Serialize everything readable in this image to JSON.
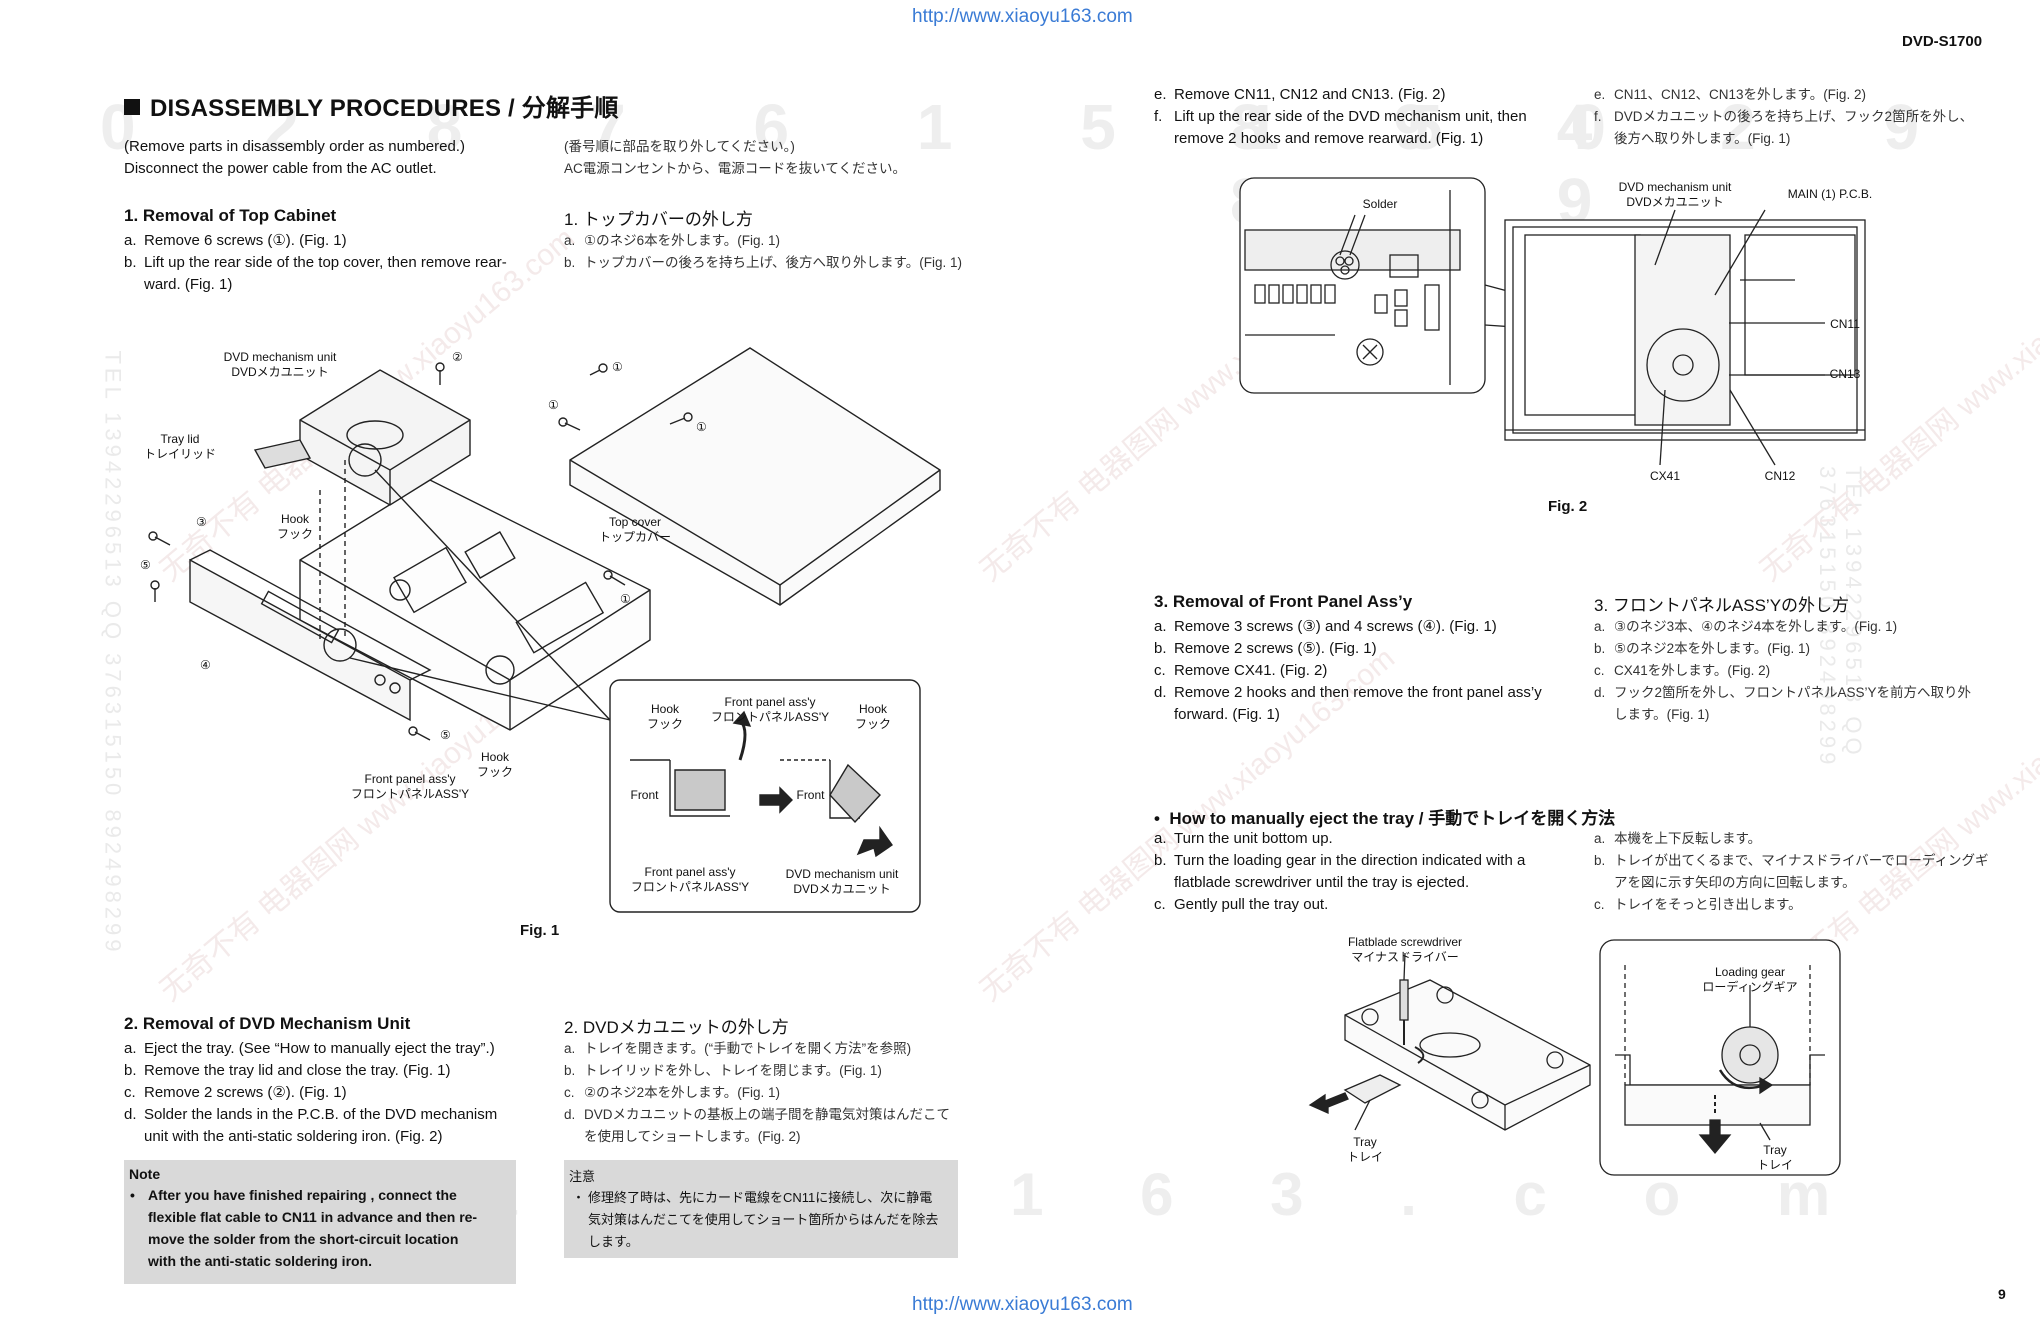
{
  "header": {
    "url_top": "http://www.xiaoyu163.com",
    "url_bottom": "http://www.xiaoyu163.com",
    "model": "DVD-S1700",
    "page_number": "9"
  },
  "watermarks": {
    "row1_left": "0 2 8 7 6 1 5 1 5 0",
    "row1_right": "8 9 4 2 9 8 9 9",
    "row3": "x i a o y u 1 6 3 . c o m",
    "side": "TEL 13942296513 QQ 376315150 892498299",
    "diag": "无奇不有 电器图网 www.xiaoyu163.com"
  },
  "title": "DISASSEMBLY PROCEDURES / 分解手順",
  "intro": {
    "en": [
      "(Remove parts in disassembly order as numbered.)",
      "Disconnect the power cable from the AC outlet."
    ],
    "jp": [
      "(番号順に部品を取り外してください。)",
      "AC電源コンセントから、電源コードを抜いてください。"
    ]
  },
  "sec1": {
    "title_en": "1. Removal of Top Cabinet",
    "title_jp": "1. トップカバーの外し方",
    "en": [
      {
        "l": "a.",
        "t": "Remove 6 screws (①). (Fig. 1)"
      },
      {
        "l": "b.",
        "t": "Lift up the rear side of the top cover, then remove rear-"
      },
      {
        "l": "",
        "t": "ward.  (Fig. 1)"
      }
    ],
    "jp": [
      {
        "l": "a.",
        "t": "①のネジ6本を外します。(Fig. 1)"
      },
      {
        "l": "b.",
        "t": "トップカバーの後ろを持ち上げ、後方へ取り外します。(Fig. 1)"
      }
    ]
  },
  "fig1": {
    "caption": "Fig. 1",
    "labels": {
      "dvd_mech": [
        "DVD mechanism unit",
        "DVDメカユニット"
      ],
      "tray_lid": [
        "Tray lid",
        "トレイリッド"
      ],
      "hook1": [
        "Hook",
        "フック"
      ],
      "hook2": [
        "Hook",
        "フック"
      ],
      "top_cover": [
        "Top cover",
        "トップカバー"
      ],
      "front_panel": [
        "Front panel ass'y",
        "フロントパネルASS'Y"
      ],
      "inset_hook_l": [
        "Hook",
        "フック"
      ],
      "inset_front_panel_top": [
        "Front panel ass'y",
        "フロントパネルASS'Y"
      ],
      "inset_hook_r": [
        "Hook",
        "フック"
      ],
      "inset_front_l": "Front",
      "inset_front_r": "Front",
      "inset_front_panel_bottom": [
        "Front panel ass'y",
        "フロントパネルASS'Y"
      ],
      "inset_dvd_mech": [
        "DVD mechanism unit",
        "DVDメカユニット"
      ]
    },
    "screw_marks": [
      "②",
      "①",
      "①",
      "①",
      "①",
      "③",
      "⑤",
      "⑤",
      "④"
    ]
  },
  "sec2": {
    "title_en": "2. Removal of DVD Mechanism Unit",
    "title_jp": "2. DVDメカユニットの外し方",
    "en": [
      {
        "l": "a.",
        "t": "Eject the tray. (See “How to manually eject the tray”.)"
      },
      {
        "l": "b.",
        "t": "Remove the tray lid and close the tray. (Fig. 1)"
      },
      {
        "l": "c.",
        "t": "Remove 2 screws (②). (Fig. 1)"
      },
      {
        "l": "d.",
        "t": "Solder the lands in the P.C.B. of the DVD mechanism"
      },
      {
        "l": "",
        "t": "unit with the anti-static soldering iron. (Fig. 2)"
      }
    ],
    "jp": [
      {
        "l": "a.",
        "t": "トレイを開きます。(“手動でトレイを開く方法”を参照)"
      },
      {
        "l": "b.",
        "t": "トレイリッドを外し、トレイを閉じます。(Fig. 1)"
      },
      {
        "l": "c.",
        "t": "②のネジ2本を外します。(Fig. 1)"
      },
      {
        "l": "d.",
        "t": "DVDメカユニットの基板上の端子間を静電気対策はんだこて"
      },
      {
        "l": "",
        "t": "を使用してショートします。(Fig. 2)"
      }
    ],
    "note_en_title": "Note",
    "note_en": [
      "After you have finished repairing , connect the",
      "flexible flat cable to CN11 in advance and then re-",
      "move the solder from the short-circuit location",
      "with the anti-static soldering iron."
    ],
    "note_jp_title": "注意",
    "note_jp": [
      "修理終了時は、先にカード電線をCN11に接続し、次に静電",
      "気対策はんだこてを使用してショート箇所からはんだを除去",
      "します。"
    ]
  },
  "sec2_cont": {
    "en": [
      {
        "l": "e.",
        "t": "Remove CN11, CN12 and CN13. (Fig. 2)"
      },
      {
        "l": "f.",
        "t": "Lift up the rear side of the DVD mechanism unit, then"
      },
      {
        "l": "",
        "t": "remove 2 hooks and remove rearward. (Fig. 1)"
      }
    ],
    "jp": [
      {
        "l": "e.",
        "t": "CN11、CN12、CN13を外します。(Fig. 2)"
      },
      {
        "l": "f.",
        "t": "DVDメカユニットの後ろを持ち上げ、フック2箇所を外し、"
      },
      {
        "l": "",
        "t": "後方へ取り外します。(Fig. 1)"
      }
    ]
  },
  "fig2": {
    "caption": "Fig. 2",
    "labels": {
      "solder": "Solder",
      "dvd_mech": [
        "DVD mechanism unit",
        "DVDメカユニット"
      ],
      "main_pcb": "MAIN (1) P.C.B.",
      "cn11": "CN11",
      "cn13": "CN13",
      "cx41": "CX41",
      "cn12": "CN12"
    }
  },
  "sec3": {
    "title_en": "3. Removal of Front Panel Ass’y",
    "title_jp": "3. フロントパネルASS’Yの外し方",
    "en": [
      {
        "l": "a.",
        "t": "Remove 3 screws (③) and 4 screws (④). (Fig. 1)"
      },
      {
        "l": "b.",
        "t": "Remove 2 screws (⑤). (Fig. 1)"
      },
      {
        "l": "c.",
        "t": "Remove CX41. (Fig. 2)"
      },
      {
        "l": "d.",
        "t": "Remove 2 hooks and then remove the front panel ass’y"
      },
      {
        "l": "",
        "t": "forward. (Fig. 1)"
      }
    ],
    "jp": [
      {
        "l": "a.",
        "t": "③のネジ3本、④のネジ4本を外します。(Fig. 1)"
      },
      {
        "l": "b.",
        "t": "⑤のネジ2本を外します。(Fig. 1)"
      },
      {
        "l": "c.",
        "t": "CX41を外します。(Fig. 2)"
      },
      {
        "l": "d.",
        "t": "フック2箇所を外し、フロントパネルASS’Yを前方へ取り外"
      },
      {
        "l": "",
        "t": "します。(Fig. 1)"
      }
    ]
  },
  "sec4": {
    "bullet": "•",
    "title": "How to manually eject the tray / 手動でトレイを開く方法",
    "en": [
      {
        "l": "a.",
        "t": "Turn the unit bottom up."
      },
      {
        "l": "b.",
        "t": "Turn the loading gear in the direction indicated with a"
      },
      {
        "l": "",
        "t": "flatblade screwdriver until the tray is ejected."
      },
      {
        "l": "c.",
        "t": "Gently pull the tray out."
      }
    ],
    "jp": [
      {
        "l": "a.",
        "t": "本機を上下反転します。"
      },
      {
        "l": "b.",
        "t": "トレイが出てくるまで、マイナスドライバーでローディングギ"
      },
      {
        "l": "",
        "t": "アを図に示す矢印の方向に回転します。"
      },
      {
        "l": "c.",
        "t": "トレイをそっと引き出します。"
      }
    ]
  },
  "fig3": {
    "labels": {
      "screwdriver": [
        "Flatblade screwdriver",
        "マイナスドライバー"
      ],
      "loading_gear": [
        "Loading gear",
        "ローディングギア"
      ],
      "tray_l": [
        "Tray",
        "トレイ"
      ],
      "tray_r": [
        "Tray",
        "トレイ"
      ]
    }
  }
}
